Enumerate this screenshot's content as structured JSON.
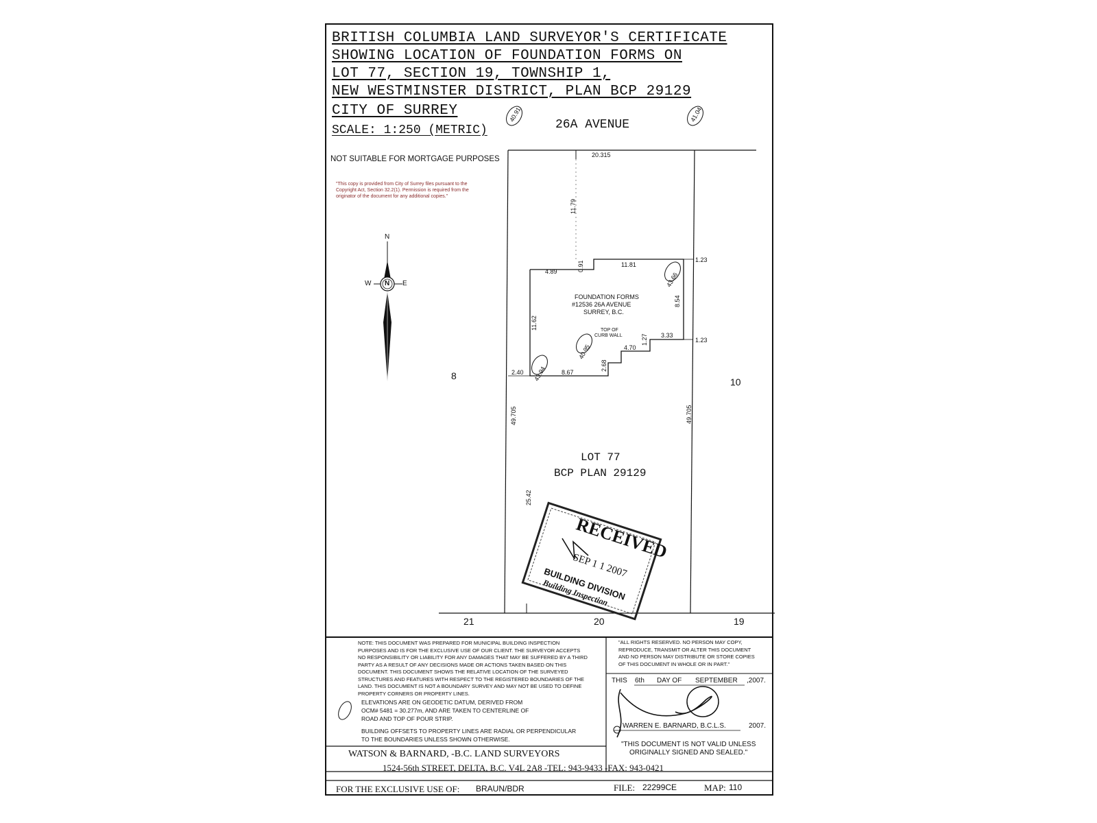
{
  "title": {
    "line1": "BRITISH COLUMBIA LAND SURVEYOR'S CERTIFICATE",
    "line2": "SHOWING LOCATION OF FOUNDATION FORMS ON",
    "line3": "LOT 77, SECTION 19, TOWNSHIP 1,",
    "line4": "NEW WESTMINSTER DISTRICT, PLAN BCP 29129",
    "line5": "CITY OF SURREY",
    "scale": "SCALE:  1:250 (METRIC)"
  },
  "street": "26A   AVENUE",
  "street_elev_left": "40.91",
  "street_elev_right": "41.04",
  "mortgage_note": "NOT SUITABLE FOR MORTGAGE PURPOSES",
  "copyright_note": "\"This copy is provided from City of Surrey files pursuant to the Copyright Act, Section 32.2(1). Permission is required from the originator of the document for any additional copies.\"",
  "compass": {
    "n": "N",
    "w": "W",
    "e": "E",
    "center": "N"
  },
  "lots": {
    "left": "8",
    "right": "10",
    "bottom_left": "21",
    "bottom_mid": "20",
    "bottom_right": "19"
  },
  "lot_label": {
    "line1": "LOT 77",
    "line2": "BCP PLAN 29129"
  },
  "foundation": {
    "line1": "FOUNDATION FORMS",
    "line2": "#12536 26A AVENUE",
    "line3": "SURREY, B.C."
  },
  "curb": {
    "line1": "TOP OF",
    "line2": "CURB WALL"
  },
  "elevations": {
    "e1": "43.66",
    "e2": "40.95",
    "e3": "43.94"
  },
  "dims": {
    "front": "20.315",
    "setback_front": "11.79",
    "d489": "4.89",
    "d091": "0.91",
    "d1181": "11.81",
    "d123a": "1.23",
    "d123b": "1.23",
    "d854": "8.54",
    "d1162": "11.62",
    "d333": "3.33",
    "d127": "1.27",
    "d470": "4.70",
    "d268": "2.68",
    "d867": "8.67",
    "d240": "2.40",
    "left_side": "49.705",
    "right_side": "49.705",
    "rear": "25.42"
  },
  "stamp": {
    "line1": "RECEIVED",
    "date": "SEP 1 1 2007",
    "line2": "BUILDING DIVISION",
    "line3": "Building Inspection"
  },
  "note_text": "NOTE: THIS DOCUMENT WAS PREPARED FOR MUNICIPAL BUILDING INSPECTION PURPOSES AND IS FOR THE EXCLUSIVE USE OF OUR CLIENT. THE SURVEYOR ACCEPTS NO RESPONSIBILITY OR LIABILITY FOR ANY DAMAGES THAT MAY BE SUFFERED BY A THIRD PARTY AS A RESULT OF ANY DECISIONS MADE OR ACTIONS TAKEN BASED ON THIS DOCUMENT. THIS DOCUMENT SHOWS THE RELATIVE LOCATION OF THE SURVEYED STRUCTURES AND FEATURES WITH RESPECT TO THE REGISTERED BOUNDARIES OF THE LAND. THIS DOCUMENT IS NOT A BOUNDARY SURVEY AND MAY NOT BE USED TO DEFINE PROPERTY CORNERS OR PROPERTY LINES.",
  "elev_note": "ELEVATIONS ARE ON GEODETIC DATUM, DERIVED FROM OCM# 5481 = 30.277m, AND ARE TAKEN TO CENTERLINE OF ROAD AND TOP OF POUR STRIP.",
  "offset_note": "BUILDING OFFSETS TO PROPERTY LINES ARE RADIAL OR PERPENDICULAR TO THE BOUNDARIES UNLESS SHOWN OTHERWISE.",
  "rights_note": "\"ALL RIGHTS RESERVED. NO PERSON MAY COPY, REPRODUCE, TRANSMIT OR ALTER THIS DOCUMENT AND NO PERSON MAY DISTRIBUTE OR STORE COPIES OF THIS DOCUMENT IN WHOLE OR IN PART.\"",
  "date_line": {
    "this": "THIS",
    "day": "6th",
    "day_of": "DAY OF",
    "month": "SEPTEMBER",
    "year": ",2007."
  },
  "signer": {
    "name": "WARREN E. BARNARD, B.C.L.S.",
    "year": "2007."
  },
  "validity": {
    "line1": "\"THIS DOCUMENT IS NOT VALID UNLESS",
    "line2": "ORIGINALLY SIGNED AND SEALED.\""
  },
  "firm": "WATSON & BARNARD, -B.C. LAND SURVEYORS",
  "address": "1524-56th STREET, DELTA, B.C. V4L 2A8 -TEL: 943-9433 -FAX: 943-0421",
  "footer": {
    "use_label": "FOR THE EXCLUSIVE USE OF:",
    "client": "BRAUN/BDR",
    "file_label": "FILE:",
    "file": "22299CE",
    "map_label": "MAP:",
    "map": "110"
  }
}
